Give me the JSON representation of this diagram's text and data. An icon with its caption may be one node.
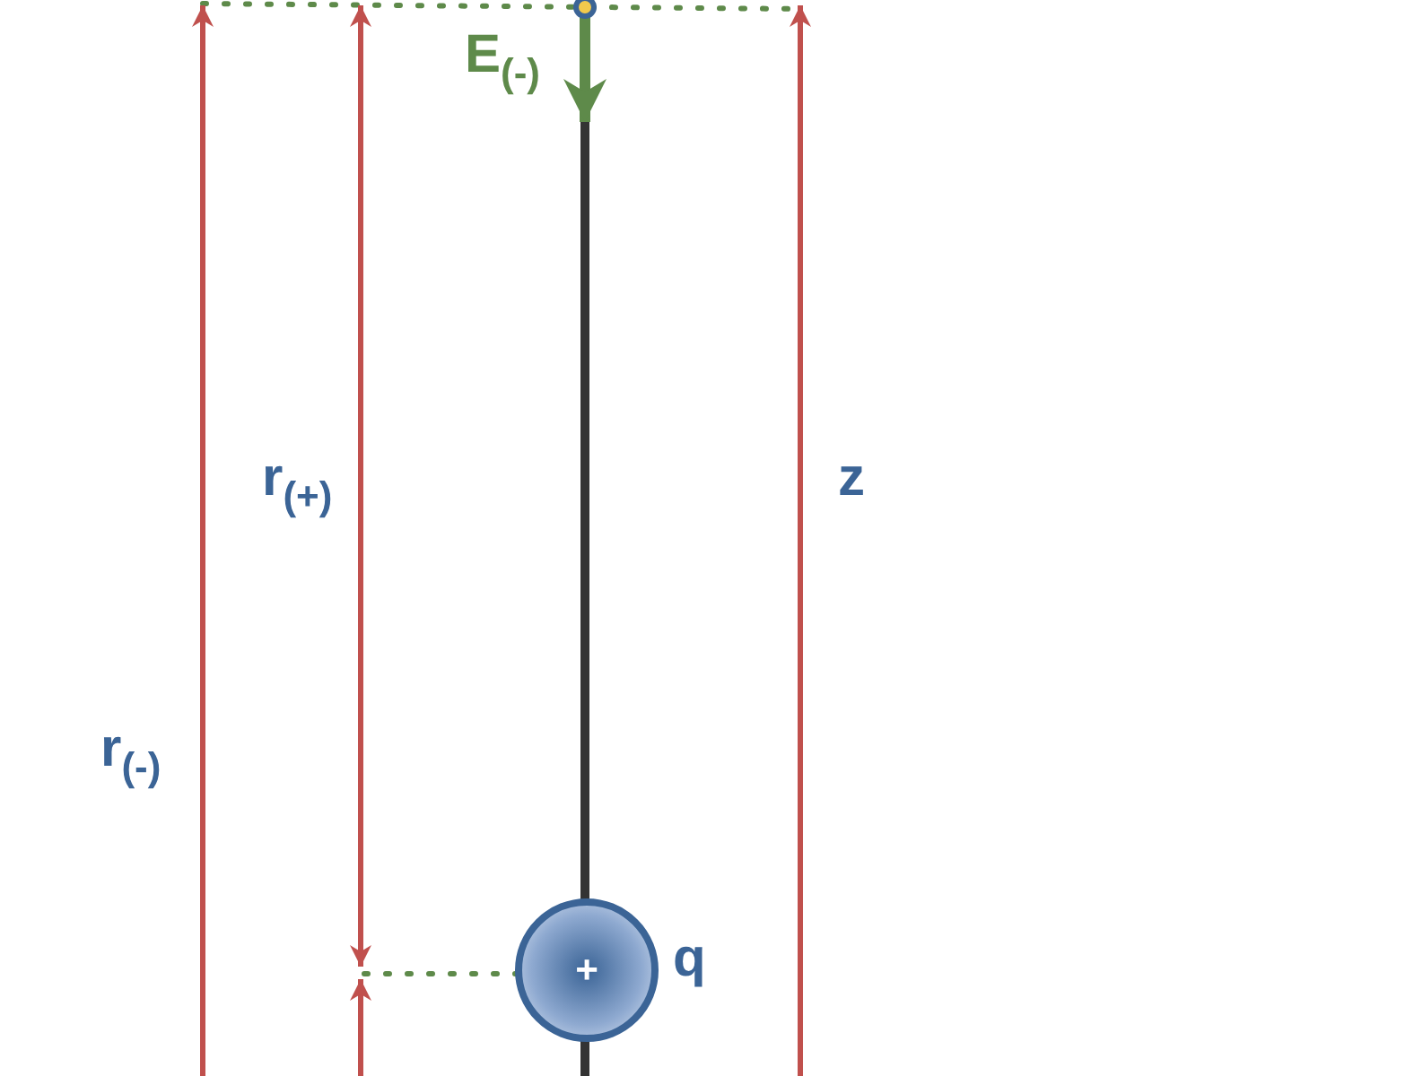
{
  "diagram": {
    "nodes": [
      {
        "text": [
          "+"
        ],
        "beside": [
          "q"
        ]
      }
    ],
    "labels": [
      "E$_{(-)}$",
      "r$_{(+)}$",
      "z",
      "r$_{(-)}$"
    ]
  }
}
